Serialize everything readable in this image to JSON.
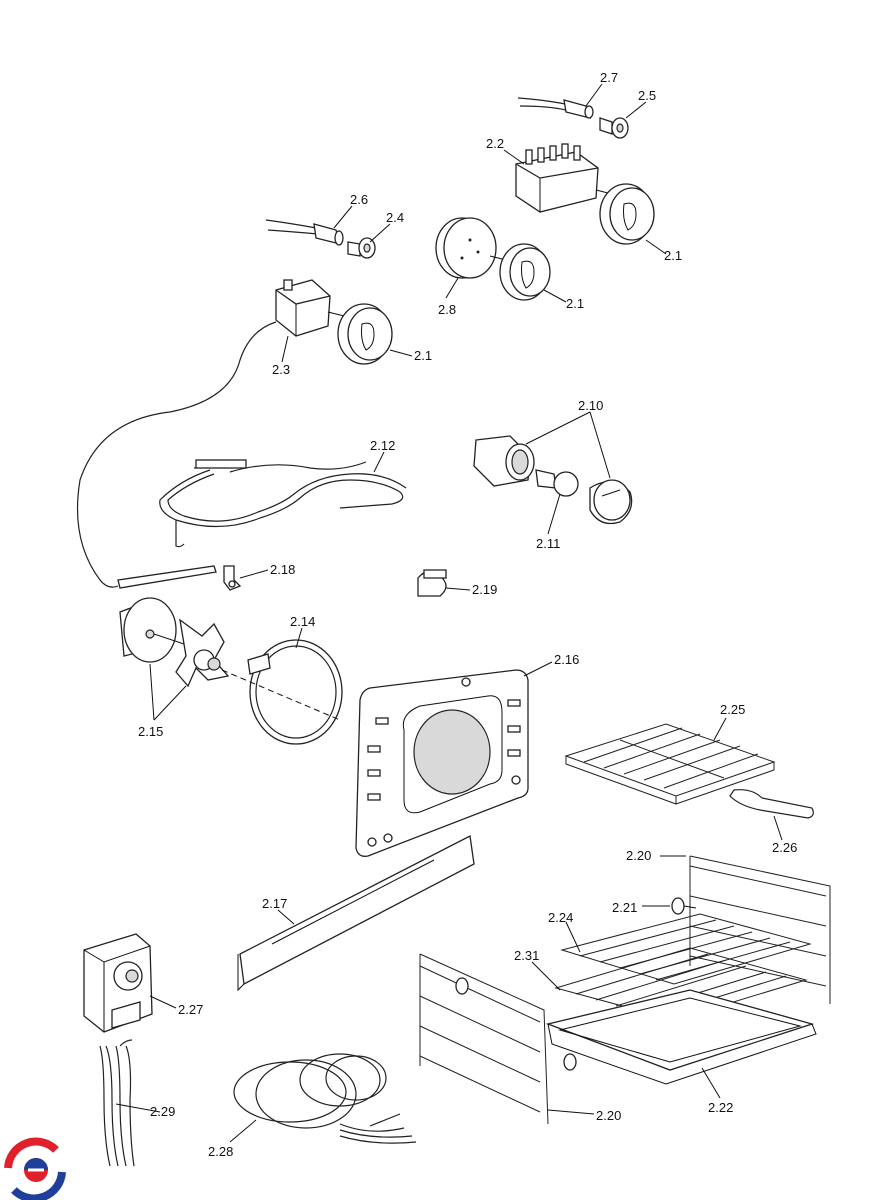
{
  "labels": {
    "l_2_7": "2.7",
    "l_2_5": "2.5",
    "l_2_2": "2.2",
    "l_2_1_a": "2.1",
    "l_2_6": "2.6",
    "l_2_4": "2.4",
    "l_2_8": "2.8",
    "l_2_1_b": "2.1",
    "l_2_3": "2.3",
    "l_2_1_c": "2.1",
    "l_2_10": "2.10",
    "l_2_12": "2.12",
    "l_2_11": "2.11",
    "l_2_18": "2.18",
    "l_2_19": "2.19",
    "l_2_14": "2.14",
    "l_2_16": "2.16",
    "l_2_15": "2.15",
    "l_2_25": "2.25",
    "l_2_26": "2.26",
    "l_2_20_a": "2.20",
    "l_2_21": "2.21",
    "l_2_24": "2.24",
    "l_2_17": "2.17",
    "l_2_31": "2.31",
    "l_2_27": "2.27",
    "l_2_29": "2.29",
    "l_2_28": "2.28",
    "l_2_20_b": "2.20",
    "l_2_22": "2.22"
  },
  "colors": {
    "logo_red": "#e0202a",
    "logo_blue": "#1f3f9a",
    "line": "#222222"
  }
}
